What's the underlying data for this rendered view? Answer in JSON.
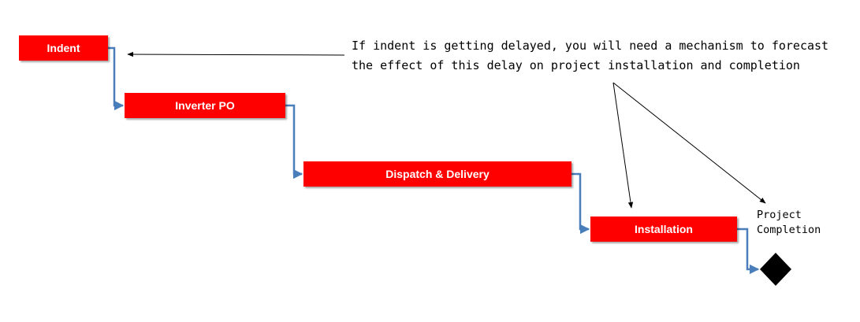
{
  "colors": {
    "task_fill": "#ff0000",
    "task_text": "#ffffff",
    "link": "#4a7ebb",
    "annotation": "#000000",
    "milestone": "#000000"
  },
  "tasks": [
    {
      "label": "Indent"
    },
    {
      "label": "Inverter PO"
    },
    {
      "label": "Dispatch & Delivery"
    },
    {
      "label": "Installation"
    }
  ],
  "milestone": {
    "label_lines": [
      "Project",
      "Completion"
    ],
    "icon": "diamond-milestone-icon"
  },
  "annotation": {
    "lines": [
      "If indent is getting delayed, you will need a mechanism to forecast",
      "the effect of this delay on project installation and completion"
    ]
  }
}
